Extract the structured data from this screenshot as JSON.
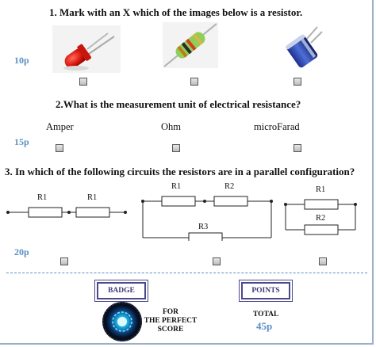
{
  "q1": {
    "title": "1. Mark with an X which of the images below is a resistor.",
    "points": "10p",
    "images": [
      "led-image",
      "resistor-image",
      "capacitor-image"
    ]
  },
  "q2": {
    "title": "2.What is the measurement unit of electrical resistance?",
    "points": "15p",
    "options": [
      "Amper",
      "Ohm",
      "microFarad"
    ]
  },
  "q3": {
    "title": "3. In which of the following circuits the resistors are in a parallel configuration?",
    "points": "20p",
    "circuit1": {
      "r_a": "R1",
      "r_b": "R1"
    },
    "circuit2": {
      "r_a": "R1",
      "r_b": "R2",
      "r_c": "R3"
    },
    "circuit3": {
      "r_a": "R1",
      "r_b": "R2"
    }
  },
  "footer": {
    "badge_label": "BADGE",
    "points_label": "POINTS",
    "badge_caption": "FOR THE PERFECT SCORE",
    "badge_caption_lines": [
      "FOR",
      "THE PERFECT",
      "SCORE"
    ],
    "total_label": "TOTAL",
    "total_value": "45p"
  },
  "colors": {
    "accent": "#5b8fc4",
    "tag_border": "#4a4a8a"
  }
}
